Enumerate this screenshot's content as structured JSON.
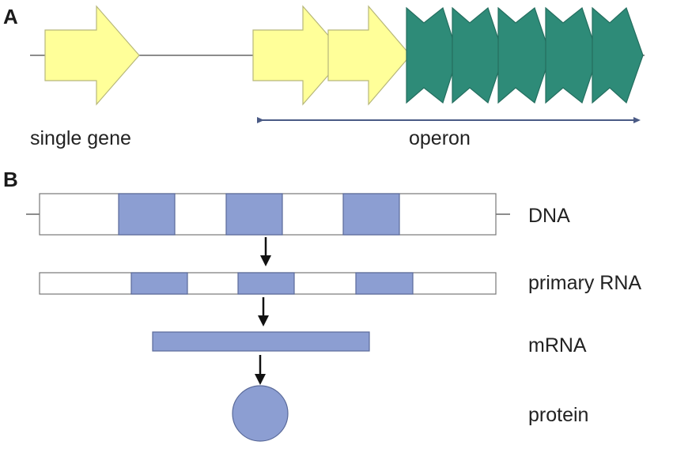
{
  "colors": {
    "gene_yellow_fill": "#ffff99",
    "gene_yellow_stroke": "#b7b77a",
    "gene_green_fill": "#2e8b78",
    "gene_green_stroke": "#246e5f",
    "exon_fill": "#8c9ed2",
    "exon_stroke": "#5a6a9a",
    "intron_fill": "#ffffff",
    "outline": "#777777",
    "operon_arrow": "#4a5a85",
    "process_arrow": "#111111"
  },
  "panel_a": {
    "label": "A",
    "single_gene_label": "single gene",
    "operon_label": "operon"
  },
  "panel_b": {
    "label": "B",
    "dna_label": "DNA",
    "primary_rna_label": "primary RNA",
    "mrna_label": "mRNA",
    "protein_label": "protein"
  }
}
